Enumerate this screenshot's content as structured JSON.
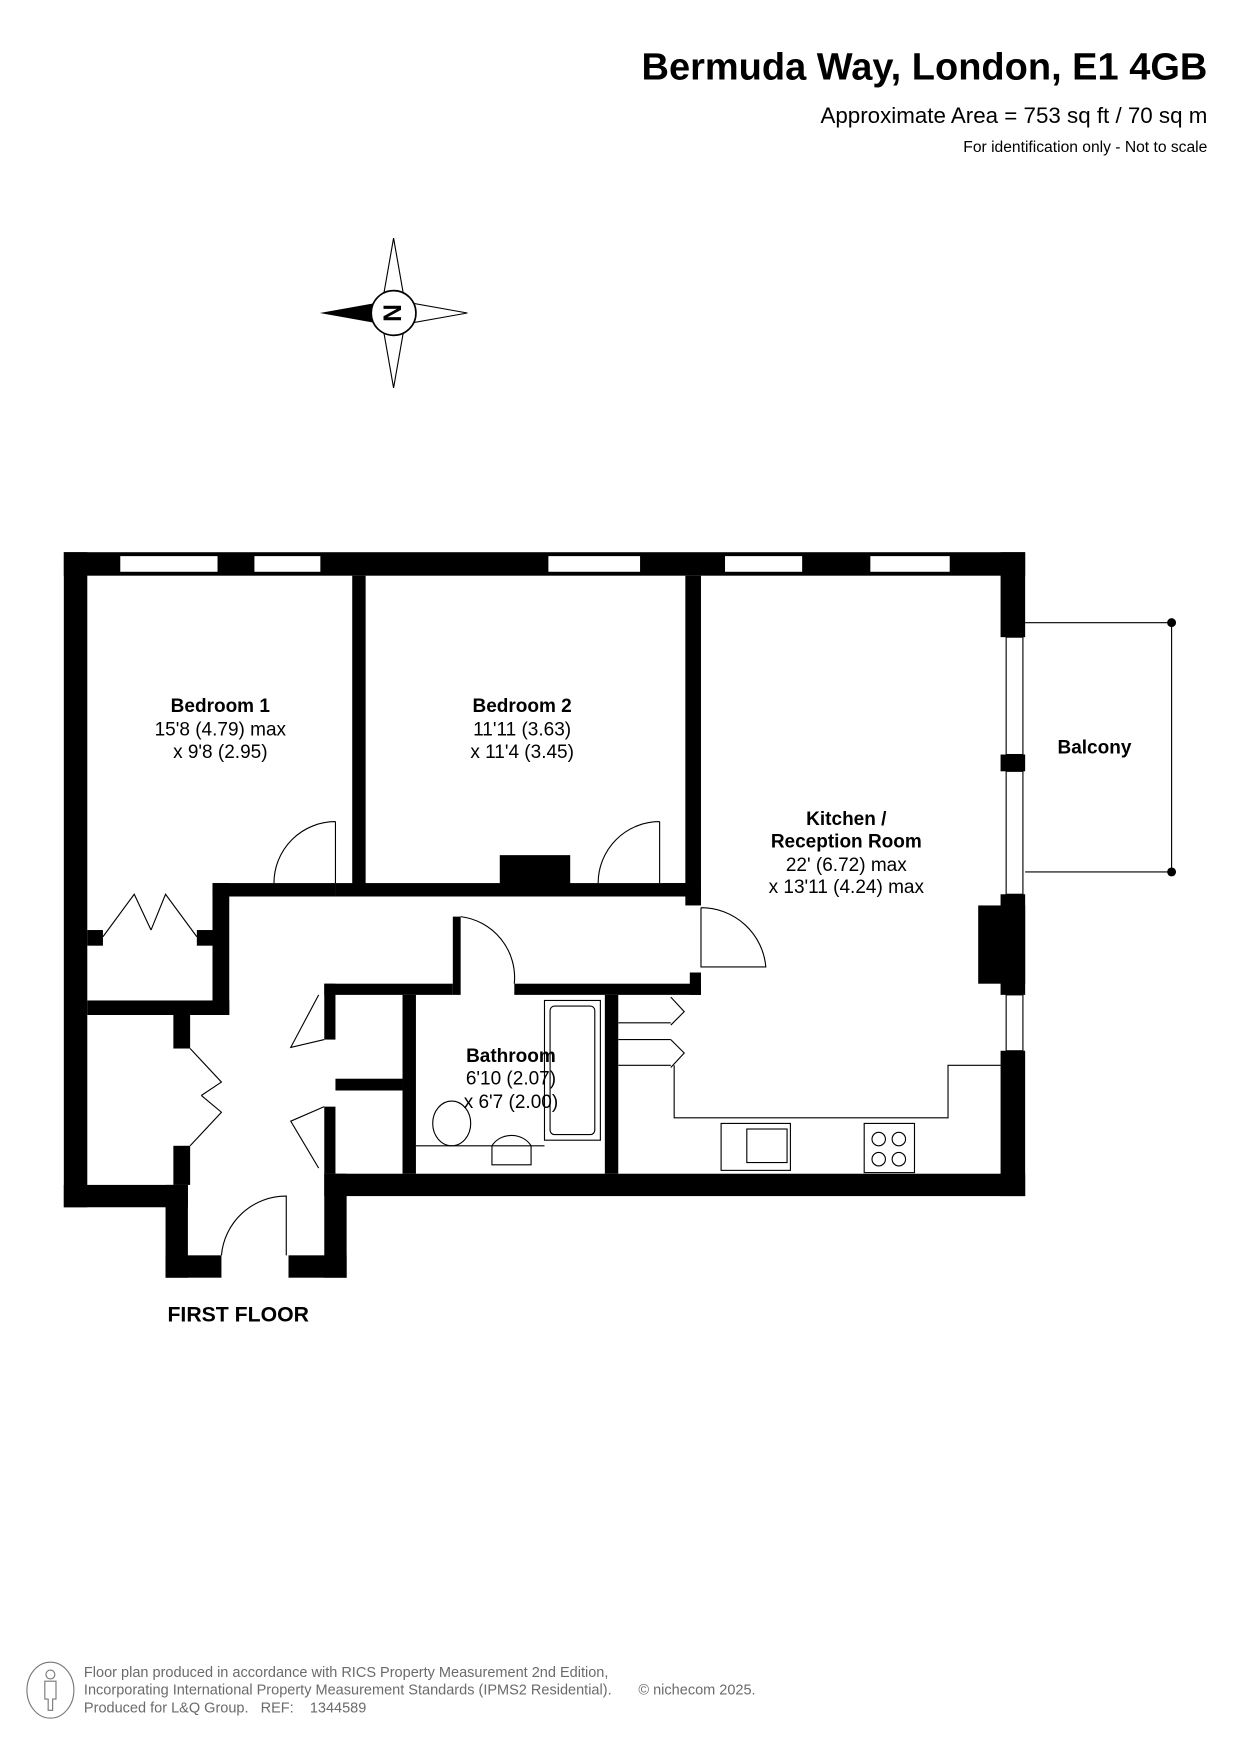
{
  "header": {
    "title": "Bermuda Way, London, E1 4GB",
    "area": "Approximate Area = 753 sq ft / 70 sq m",
    "note": "For identification only - Not to scale"
  },
  "compass": {
    "label": "N"
  },
  "rooms": {
    "bedroom1": {
      "name": "Bedroom 1",
      "dim1": "15'8 (4.79) max",
      "dim2": "x 9'8 (2.95)"
    },
    "bedroom2": {
      "name": "Bedroom 2",
      "dim1": "11'11 (3.63)",
      "dim2": "x 11'4 (3.45)"
    },
    "kitchen": {
      "name1": "Kitchen /",
      "name2": "Reception Room",
      "dim1": "22' (6.72) max",
      "dim2": "x 13'11 (4.24) max"
    },
    "balcony": {
      "name": "Balcony"
    },
    "bathroom": {
      "name": "Bathroom",
      "dim1": "6'10 (2.07)",
      "dim2": "x 6'7 (2.00)"
    }
  },
  "floor_label": "FIRST FLOOR",
  "footer": {
    "line1": "Floor plan produced in accordance with RICS Property Measurement 2nd Edition,",
    "line2": "Incorporating International Property Measurement Standards (IPMS2 Residential).",
    "copyright": "© nichecom 2025.",
    "line3": "Produced for L&Q Group.   REF:    1344589"
  }
}
